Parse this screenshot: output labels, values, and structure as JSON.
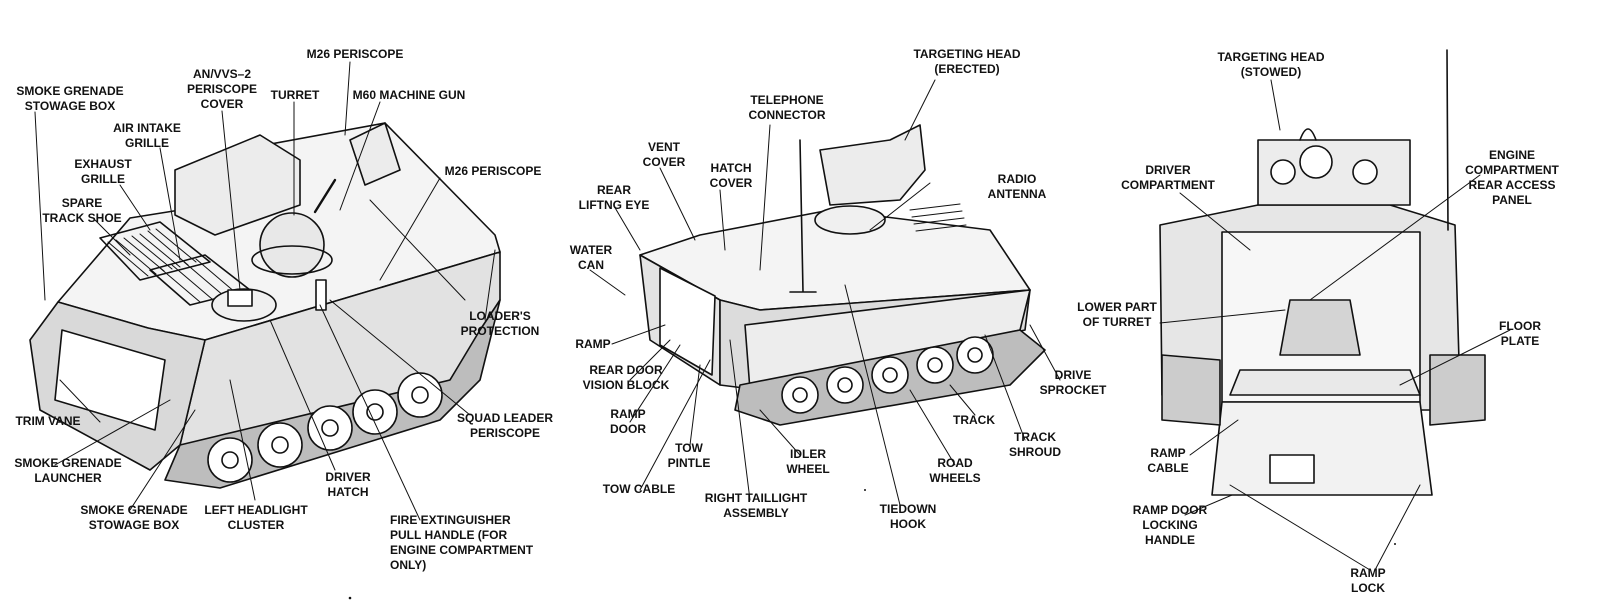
{
  "labels": {
    "smoke_grenade_stowage_box_top": "SMOKE GRENADE\nSTOWAGE BOX",
    "an_vvs2_periscope_cover": "AN/VVS–2\nPERISCOPE\nCOVER",
    "m26_periscope_top": "M26 PERISCOPE",
    "turret": "TURRET",
    "m60_machine_gun": "M60 MACHINE GUN",
    "air_intake_grille": "AIR INTAKE\nGRILLE",
    "exhaust_grille": "EXHAUST\nGRILLE",
    "spare_track_shoe": "SPARE\nTRACK SHOE",
    "m26_periscope_right": "M26 PERISCOPE",
    "loaders_protection": "LOADER'S\nPROTECTION",
    "squad_leader_periscope": "SQUAD LEADER\nPERISCOPE",
    "trim_vane": "TRIM VANE",
    "smoke_grenade_launcher": "SMOKE GRENADE\nLAUNCHER",
    "smoke_grenade_stowage_box_bottom": "SMOKE GRENADE\nSTOWAGE BOX",
    "left_headlight_cluster": "LEFT HEADLIGHT\nCLUSTER",
    "driver_hatch": "DRIVER\nHATCH",
    "fire_extinguisher_pull_handle": "FIRE EXTINGUISHER\nPULL HANDLE (FOR\nENGINE COMPARTMENT\nONLY)",
    "targeting_head_erected": "TARGETING HEAD\n(ERECTED)",
    "telephone_connector": "TELEPHONE\nCONNECTOR",
    "vent_cover": "VENT\nCOVER",
    "hatch_cover": "HATCH\nCOVER",
    "rear_lifting_eye": "REAR\nLIFTNG EYE",
    "radio_antenna": "RADIO\nANTENNA",
    "water_can": "WATER\nCAN",
    "ramp_left": "RAMP",
    "rear_door_vision_block": "REAR DOOR\nVISION BLOCK",
    "ramp_door": "RAMP\nDOOR",
    "tow_pintle": "TOW\nPINTLE",
    "tow_cable": "TOW CABLE",
    "right_taillight_assembly": "RIGHT TAILLIGHT\nASSEMBLY",
    "idler_wheel": "IDLER\nWHEEL",
    "tiedown_hook": "TIEDOWN\nHOOK",
    "road_wheels": "ROAD\nWHEELS",
    "track": "TRACK",
    "track_shroud": "TRACK\nSHROUD",
    "drive_sprocket": "DRIVE\nSPROCKET",
    "targeting_head_stowed": "TARGETING HEAD\n(STOWED)",
    "driver_compartment": "DRIVER\nCOMPARTMENT",
    "engine_compartment_rear_access_panel": "ENGINE\nCOMPARTMENT\nREAR ACCESS\nPANEL",
    "lower_part_of_turret": "LOWER PART\nOF TURRET",
    "floor_plate": "FLOOR\nPLATE",
    "ramp_cable": "RAMP\nCABLE",
    "ramp_door_locking_handle": "RAMP DOOR\nLOCKING\nHANDLE",
    "ramp_lock": "RAMP\nLOCK"
  },
  "colors": {
    "ink": "#111111",
    "paper": "#ffffff",
    "shade": "#d9d9d9"
  }
}
